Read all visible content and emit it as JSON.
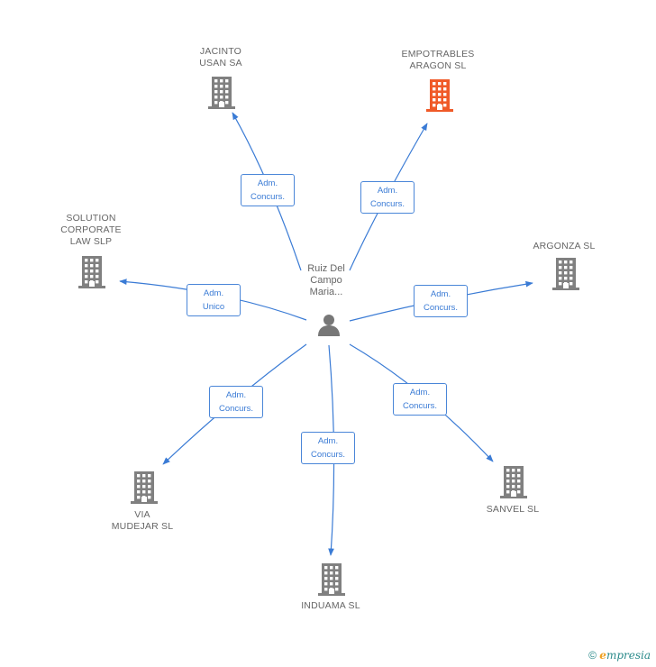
{
  "center": {
    "name_lines": [
      "Ruiz Del",
      "Campo",
      "Maria..."
    ],
    "icon": "person-icon"
  },
  "colors": {
    "edge": "#3a7bd5",
    "building": "#808080",
    "highlight": "#f05a28",
    "text": "#666666"
  },
  "nodes": [
    {
      "id": "jacinto",
      "lines": [
        "JACINTO",
        "USAN SA"
      ],
      "highlight": false,
      "icon": "building-icon"
    },
    {
      "id": "empotrables",
      "lines": [
        "EMPOTRABLES",
        "ARAGON SL"
      ],
      "highlight": true,
      "icon": "building-icon"
    },
    {
      "id": "solution",
      "lines": [
        "SOLUTION",
        "CORPORATE",
        "LAW SLP"
      ],
      "highlight": false,
      "icon": "building-icon"
    },
    {
      "id": "argonza",
      "lines": [
        "ARGONZA SL"
      ],
      "highlight": false,
      "icon": "building-icon"
    },
    {
      "id": "via",
      "lines": [
        "VIA",
        "MUDEJAR SL"
      ],
      "highlight": false,
      "icon": "building-icon"
    },
    {
      "id": "induama",
      "lines": [
        "INDUAMA SL"
      ],
      "highlight": false,
      "icon": "building-icon"
    },
    {
      "id": "sanvel",
      "lines": [
        "SANVEL SL"
      ],
      "highlight": false,
      "icon": "building-icon"
    }
  ],
  "edges": [
    {
      "to": "jacinto",
      "lines": [
        "Adm.",
        "Concurs."
      ]
    },
    {
      "to": "empotrables",
      "lines": [
        "Adm.",
        "Concurs."
      ]
    },
    {
      "to": "solution",
      "lines": [
        "Adm.",
        "Unico"
      ]
    },
    {
      "to": "argonza",
      "lines": [
        "Adm.",
        "Concurs."
      ]
    },
    {
      "to": "via",
      "lines": [
        "Adm.",
        "Concurs."
      ]
    },
    {
      "to": "induama",
      "lines": [
        "Adm.",
        "Concurs."
      ]
    },
    {
      "to": "sanvel",
      "lines": [
        "Adm.",
        "Concurs."
      ]
    }
  ],
  "footer": {
    "copyright": "©",
    "brand_first": "e",
    "brand_rest": "mpresia"
  }
}
